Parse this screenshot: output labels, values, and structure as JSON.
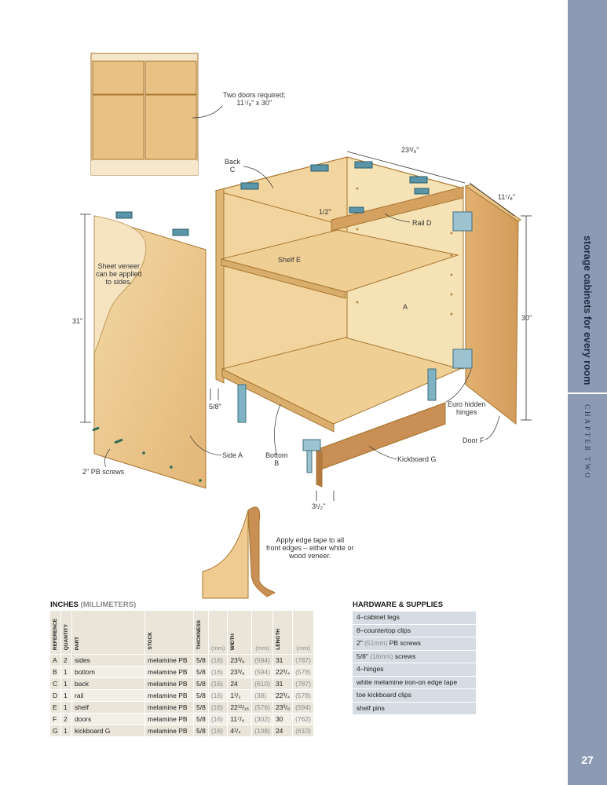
{
  "sidebar": {
    "title": "storage cabinets for every room",
    "chapter": "CHAPTER TWO",
    "page_number": "27"
  },
  "callouts": {
    "two_doors_line1": "Two doors required;",
    "two_doors_line2": "11⁷/₈\" x 30\"",
    "back_line1": "Back",
    "back_line2": "C",
    "width_dim": "23³/₈\"",
    "depth_dim": "11⁷/₈\"",
    "half_inch": "1/2\"",
    "rail": "Rail D",
    "shelf": "Shelf E",
    "panel_a": "A",
    "veneer_line1": "Sheet veneer",
    "veneer_line2": "can be applied",
    "veneer_line3": "to sides.",
    "height_left": "31\"",
    "height_right": "30\"",
    "five_eighths": "5/8\"",
    "hinges_line1": "Euro hidden",
    "hinges_line2": "hinges",
    "door": "Door F",
    "side": "Side A",
    "bottom_line1": "Bottom",
    "bottom_line2": "B",
    "kickboard": "Kickboard G",
    "screws": "2\" PB screws",
    "three_half": "3¹/₂\"",
    "edge_line1": "Apply edge tape to all",
    "edge_line2": "front edges – either white or",
    "edge_line3": "wood veneer."
  },
  "cut_list": {
    "title": "INCHES",
    "title_mm": "(MILLIMETERS)",
    "headers": {
      "reference": "REFERENCE",
      "quantity": "QUANTITY",
      "part": "PART",
      "stock": "STOCK",
      "thickness": "THICKNESS",
      "width": "WIDTH",
      "length": "LENGTH",
      "mm": "(mm)"
    },
    "rows": [
      {
        "ref": "A",
        "qty": "2",
        "part": "sides",
        "stock": "melamine PB",
        "thick": "5/8",
        "thick_mm": "(16)",
        "width": "23³/₈",
        "width_mm": "(594)",
        "length": "31",
        "length_mm": "(787)"
      },
      {
        "ref": "B",
        "qty": "1",
        "part": "bottom",
        "stock": "melamine PB",
        "thick": "5/8",
        "thick_mm": "(16)",
        "width": "23³/₈",
        "width_mm": "(594)",
        "length": "22³/₄",
        "length_mm": "(578)"
      },
      {
        "ref": "C",
        "qty": "1",
        "part": "back",
        "stock": "melamine PB",
        "thick": "5/8",
        "thick_mm": "(16)",
        "width": "24",
        "width_mm": "(610)",
        "length": "31",
        "length_mm": "(787)"
      },
      {
        "ref": "D",
        "qty": "1",
        "part": "rail",
        "stock": "melamine PB",
        "thick": "5/8",
        "thick_mm": "(16)",
        "width": "1¹/₂",
        "width_mm": "(38)",
        "length": "22³/₄",
        "length_mm": "(578)"
      },
      {
        "ref": "E",
        "qty": "1",
        "part": "shelf",
        "stock": "melamine PB",
        "thick": "5/8",
        "thick_mm": "(16)",
        "width": "22¹¹/₁₆",
        "width_mm": "(576)",
        "length": "23³/₈",
        "length_mm": "(594)"
      },
      {
        "ref": "F",
        "qty": "2",
        "part": "doors",
        "stock": "melamine PB",
        "thick": "5/8",
        "thick_mm": "(16)",
        "width": "11⁷/₈",
        "width_mm": "(302)",
        "length": "30",
        "length_mm": "(762)"
      },
      {
        "ref": "G",
        "qty": "1",
        "part": "kickboard G",
        "stock": "melamine PB",
        "thick": "5/8",
        "thick_mm": "(16)",
        "width": "4¹/₄",
        "width_mm": "(108)",
        "length": "24",
        "length_mm": "(610)"
      }
    ]
  },
  "hardware": {
    "title": "HARDWARE & SUPPLIES",
    "items": [
      {
        "text": "4–cabinet legs"
      },
      {
        "text": "8–countertop clips"
      },
      {
        "pre": "2\" ",
        "mm": "(51mm)",
        "post": " PB screws"
      },
      {
        "pre": "5/8\" ",
        "mm": "(16mm)",
        "post": " screws"
      },
      {
        "text": "4–hinges"
      },
      {
        "text": "white melamine iron-on edge tape"
      },
      {
        "text": "toe kickboard clips"
      },
      {
        "text": "shelf pins"
      }
    ]
  },
  "colors": {
    "wood": "#f0cf95",
    "wood_dark": "#d9ad6b",
    "wood_edge": "#a8772f",
    "sidebar": "#8c9bb3",
    "table_bg": "#e9e5d9",
    "hw_bg": "#d6dce3"
  }
}
